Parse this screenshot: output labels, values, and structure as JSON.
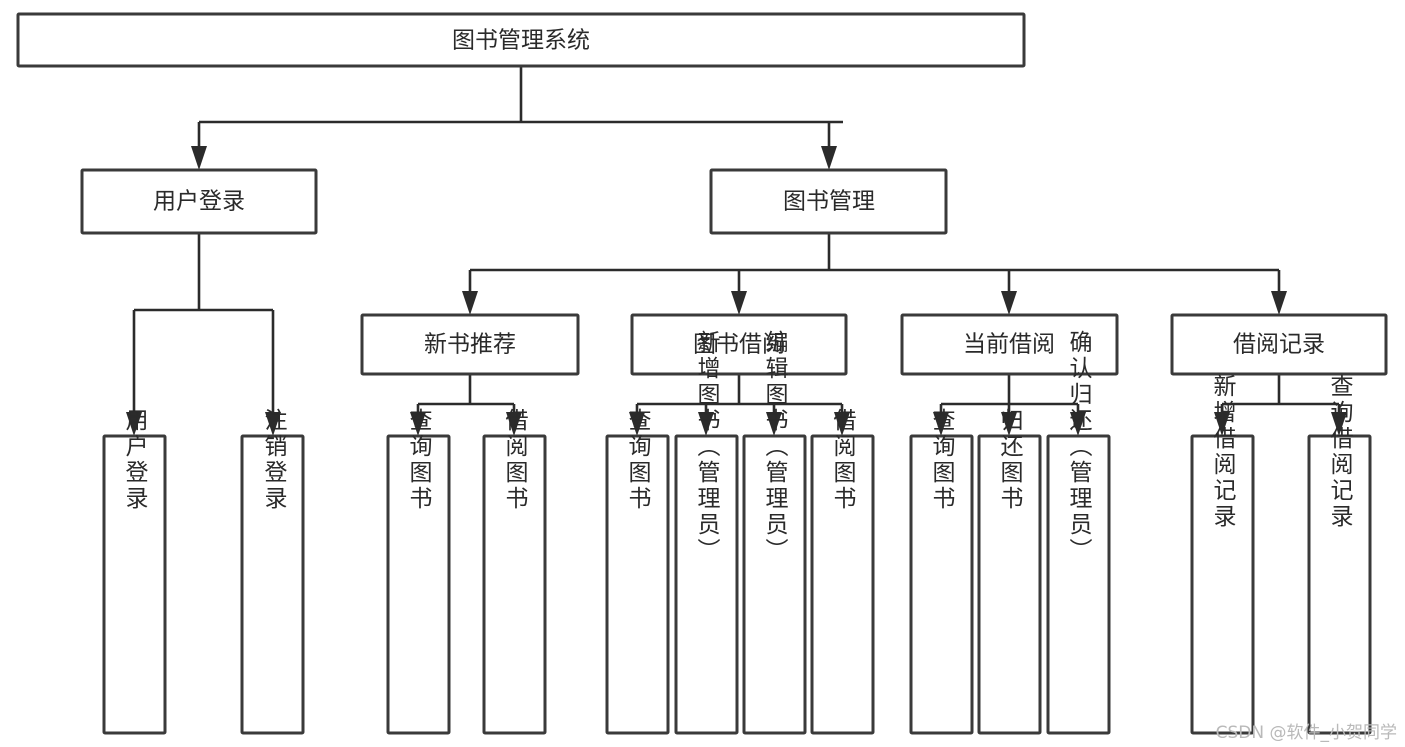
{
  "diagram": {
    "type": "tree-hierarchy",
    "title": "图书管理系统",
    "watermark": "CSDN @软件_小贺同学",
    "colors": {
      "box_stroke": "#3a3a3a",
      "box_fill": "#ffffff",
      "connector": "#2b2b2b",
      "text": "#2a2a2a",
      "watermark": "#b9b9b9",
      "background": "#ffffff"
    },
    "levels": {
      "root": {
        "label": "图书管理系统"
      },
      "level2": [
        {
          "label": "用户登录"
        },
        {
          "label": "图书管理"
        }
      ],
      "level3": [
        {
          "label": "新书推荐"
        },
        {
          "label": "图书借阅"
        },
        {
          "label": "当前借阅"
        },
        {
          "label": "借阅记录"
        }
      ],
      "leaves": {
        "user_login": [
          {
            "label": "用户登录"
          },
          {
            "label": "注销登录"
          }
        ],
        "new_book_recommend": [
          {
            "label": "查询图书"
          },
          {
            "label": "借阅图书"
          }
        ],
        "book_borrow": [
          {
            "label": "查询图书"
          },
          {
            "label": "新增图书（管理员）"
          },
          {
            "label": "编辑图书（管理员）"
          },
          {
            "label": "借阅图书"
          }
        ],
        "current_borrow": [
          {
            "label": "查询图书"
          },
          {
            "label": "归还图书"
          },
          {
            "label": "确认归还（管理员）"
          }
        ],
        "borrow_record": [
          {
            "label": "新增借阅记录"
          },
          {
            "label": "查询借阅记录"
          }
        ]
      }
    }
  }
}
